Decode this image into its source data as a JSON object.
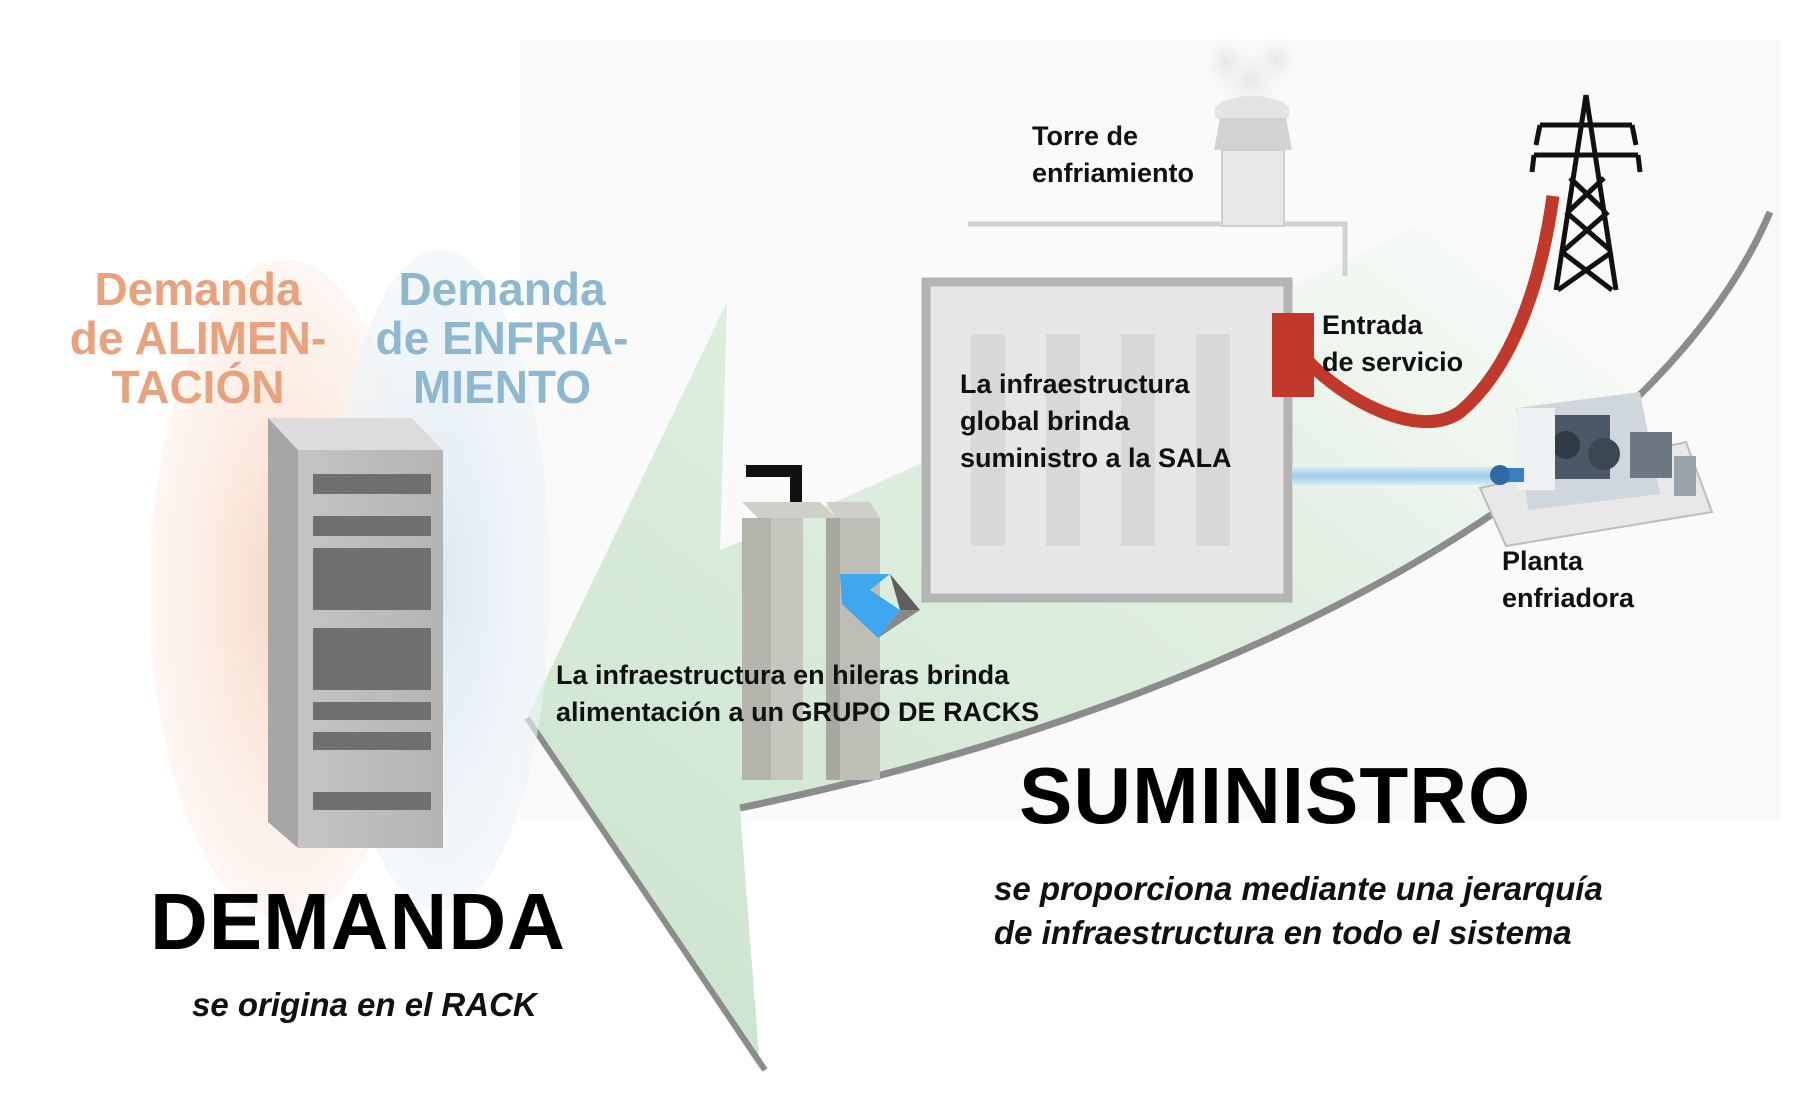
{
  "colors": {
    "power_demand": "#e8a37e",
    "cooling_demand": "#8db8cf",
    "utility_red": "#c0392b",
    "arrow_green": "#cfe6d2",
    "chilled_water": "#a8d4ea",
    "heading_black": "#000000"
  },
  "demand_power": {
    "line1": "Demanda",
    "line2": "de ALIMEN-",
    "line3": "TACIÓN"
  },
  "demand_cooling": {
    "line1": "Demanda",
    "line2": "de ENFRIA-",
    "line3": "MIENTO"
  },
  "demand": {
    "title": "DEMANDA",
    "subtitle": "se origina en el RACK"
  },
  "supply": {
    "title": "SUMINISTRO",
    "subtitle_line1": "se proporciona mediante una jerarquía",
    "subtitle_line2": "de infraestructura en todo el sistema"
  },
  "labels": {
    "row_line1": "La infraestructura en hileras brinda",
    "row_line2": "alimentación a un GRUPO DE RACKS",
    "room_line1": "La infraestructura",
    "room_line2": "global brinda",
    "room_line3": "suministro a la SALA",
    "tower_line1": "Torre de",
    "tower_line2": "enfriamiento",
    "service_line1": "Entrada",
    "service_line2": "de servicio",
    "chiller_line1": "Planta",
    "chiller_line2": "enfriadora"
  },
  "icons": [
    "rack-icon",
    "row-units-icon",
    "room-icon",
    "cooling-tower-icon",
    "transmission-tower-icon",
    "chiller-plant-icon"
  ]
}
